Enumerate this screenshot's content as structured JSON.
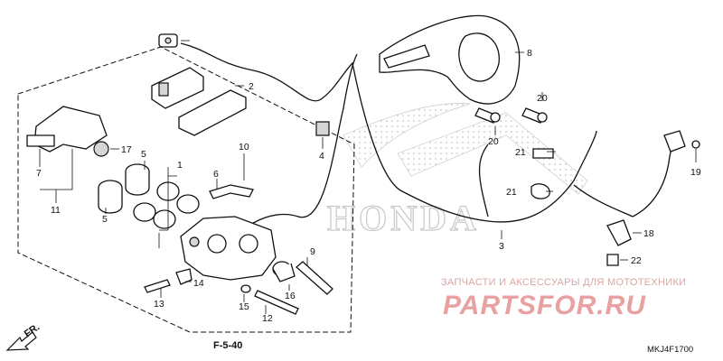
{
  "diagram": {
    "part_labels": [
      "1",
      "2",
      "3",
      "4",
      "5",
      "5",
      "6",
      "7",
      "8",
      "9",
      "10",
      "11",
      "12",
      "13",
      "14",
      "15",
      "16",
      "17",
      "18",
      "19",
      "20",
      "20",
      "21",
      "21",
      "22"
    ],
    "reference": "F-5-40",
    "direction": "FR.",
    "diagram_code": "MKJ4F1700"
  },
  "watermark": {
    "line1": "ЗАПЧАСТИ И АКСЕССУАРЫ ДЛЯ МОТОТЕХНИКИ",
    "brand": "PARTSFOR.RU",
    "logo_text": "HONDA"
  },
  "colors": {
    "line": "#111111",
    "watermark": "#e8a0a0",
    "logo": "#c8c8c8"
  }
}
